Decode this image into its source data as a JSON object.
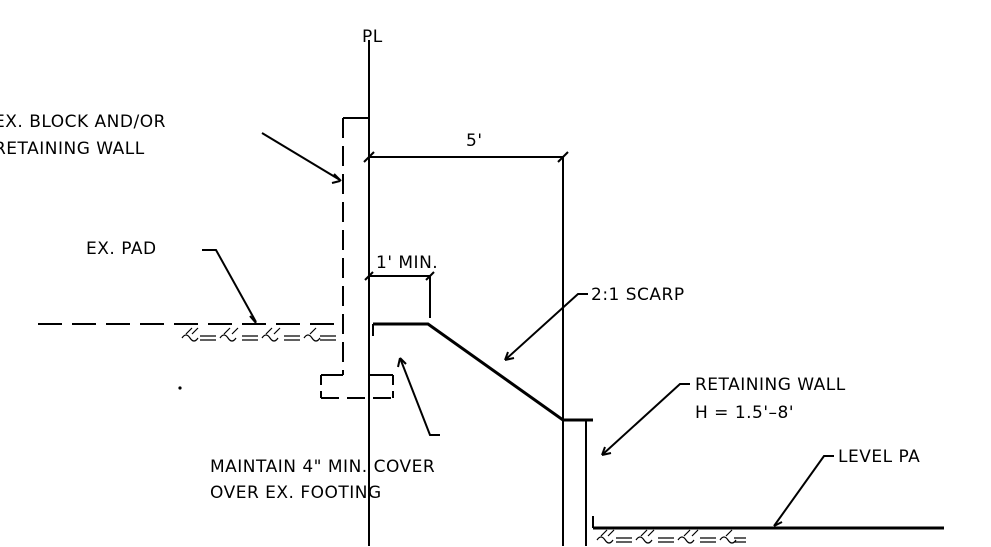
{
  "labels": {
    "property_line": "PL",
    "existing_wall_line1": "EX. BLOCK AND/OR",
    "existing_wall_line2": "RETAINING WALL",
    "setback_dim": "5'",
    "existing_pad": "EX. PAD",
    "min_offset_dim": "1' MIN.",
    "scarp": "2:1 SCARP",
    "new_wall_line1": "RETAINING WALL",
    "new_wall_line2": "H = 1.5'–8'",
    "cover_note_line1": "MAINTAIN 4\" MIN. COVER",
    "cover_note_line2": "OVER EX. FOOTING",
    "level_pad": "LEVEL PA"
  }
}
